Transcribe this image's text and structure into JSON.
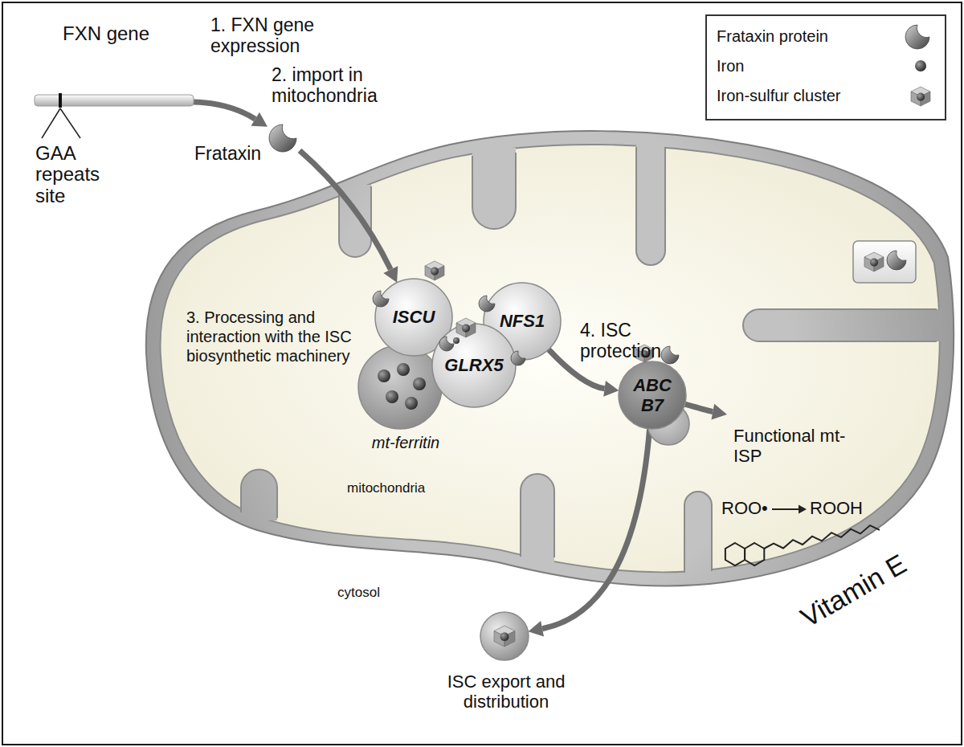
{
  "diagram": {
    "nodes": [
      {
        "text": [
          "FXN gene"
        ]
      },
      {
        "text": [
          "Frataxin"
        ]
      },
      {
        "text": [
          "ISCU"
        ]
      },
      {
        "text": [
          "NFS1"
        ]
      },
      {
        "text": [
          "GLRX5"
        ]
      },
      {
        "text": [
          "mt-ferritin"
        ]
      },
      {
        "text": [
          "ABC B7"
        ]
      },
      {
        "text": [
          "Functional mt-ISP"
        ]
      },
      {
        "text": [
          "ISC export and distribution"
        ]
      }
    ],
    "edges": [
      {
        "from": 0,
        "to": 1,
        "arrow": "to",
        "label": "1. FXN gene expression"
      },
      {
        "from": 1,
        "to": 2,
        "arrow": "to",
        "label": "2. import in mitochondria"
      },
      {
        "from": 3,
        "to": 6,
        "arrow": "to",
        "label": "4. ISC protection"
      },
      {
        "from": 6,
        "to": 7,
        "arrow": "to"
      },
      {
        "from": 6,
        "to": 8,
        "arrow": "to"
      }
    ],
    "labels": [
      "GAA repeats site",
      "3. Processing and interaction with the ISC biosynthetic machinery",
      "mitochondria",
      "cytosol",
      "ROO•",
      "ROOH",
      "Vitamin E"
    ],
    "legend": [
      {
        "text": "Frataxin protein"
      },
      {
        "text": "Iron"
      },
      {
        "text": "Iron-sulfur cluster"
      }
    ]
  }
}
